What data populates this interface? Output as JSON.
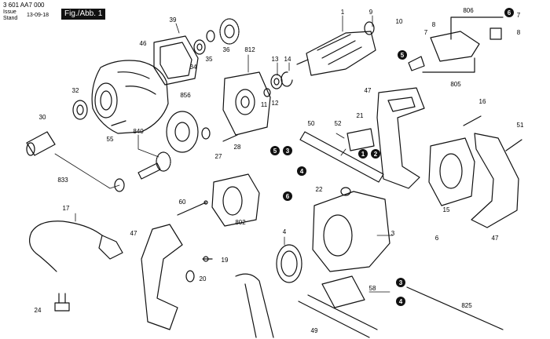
{
  "header": {
    "doc_code": "3 601 AA7 000",
    "issue_label": "Issue Stand",
    "date": "13-09-18",
    "figure_label": "Fig./Abb. 1"
  },
  "parts": [
    {
      "id": "p1",
      "label": "1"
    },
    {
      "id": "p9",
      "label": "9"
    },
    {
      "id": "p10",
      "label": "10"
    },
    {
      "id": "p39",
      "label": "39"
    },
    {
      "id": "p46",
      "label": "46"
    },
    {
      "id": "p35",
      "label": "35"
    },
    {
      "id": "p34",
      "label": "34"
    },
    {
      "id": "p36",
      "label": "36"
    },
    {
      "id": "p812",
      "label": "812"
    },
    {
      "id": "p13",
      "label": "13"
    },
    {
      "id": "p14",
      "label": "14"
    },
    {
      "id": "p32",
      "label": "32"
    },
    {
      "id": "p856",
      "label": "856"
    },
    {
      "id": "p11",
      "label": "11"
    },
    {
      "id": "p12",
      "label": "12"
    },
    {
      "id": "p30",
      "label": "30"
    },
    {
      "id": "p55",
      "label": "55"
    },
    {
      "id": "p840",
      "label": "840"
    },
    {
      "id": "p28",
      "label": "28"
    },
    {
      "id": "p27",
      "label": "27"
    },
    {
      "id": "p833",
      "label": "833"
    },
    {
      "id": "p806",
      "label": "806"
    },
    {
      "id": "p8",
      "label": "8"
    },
    {
      "id": "p7a",
      "label": "7"
    },
    {
      "id": "p7b",
      "label": "7"
    },
    {
      "id": "p8b",
      "label": "8"
    },
    {
      "id": "p805",
      "label": "805"
    },
    {
      "id": "p47a",
      "label": "47"
    },
    {
      "id": "p16",
      "label": "16"
    },
    {
      "id": "p51",
      "label": "51"
    },
    {
      "id": "p50",
      "label": "50"
    },
    {
      "id": "p52",
      "label": "52"
    },
    {
      "id": "p21",
      "label": "21"
    },
    {
      "id": "p22",
      "label": "22"
    },
    {
      "id": "p15",
      "label": "15"
    },
    {
      "id": "p47b",
      "label": "47"
    },
    {
      "id": "p6",
      "label": "6"
    },
    {
      "id": "p60",
      "label": "60"
    },
    {
      "id": "p802",
      "label": "802"
    },
    {
      "id": "p17",
      "label": "17"
    },
    {
      "id": "p47c",
      "label": "47"
    },
    {
      "id": "p19",
      "label": "19"
    },
    {
      "id": "p20",
      "label": "20"
    },
    {
      "id": "p24",
      "label": "24"
    },
    {
      "id": "p4",
      "label": "4"
    },
    {
      "id": "p3",
      "label": "3"
    },
    {
      "id": "p58",
      "label": "58"
    },
    {
      "id": "p825",
      "label": "825"
    },
    {
      "id": "p49",
      "label": "49"
    }
  ],
  "callouts": [
    {
      "id": "c6a",
      "label": "6"
    },
    {
      "id": "c5a",
      "label": "5"
    },
    {
      "id": "c5b",
      "label": "5"
    },
    {
      "id": "c3a",
      "label": "3"
    },
    {
      "id": "c4a",
      "label": "4"
    },
    {
      "id": "c1",
      "label": "1"
    },
    {
      "id": "c2",
      "label": "2"
    },
    {
      "id": "c6b",
      "label": "6"
    },
    {
      "id": "c3b",
      "label": "3"
    },
    {
      "id": "c4b",
      "label": "4"
    }
  ]
}
